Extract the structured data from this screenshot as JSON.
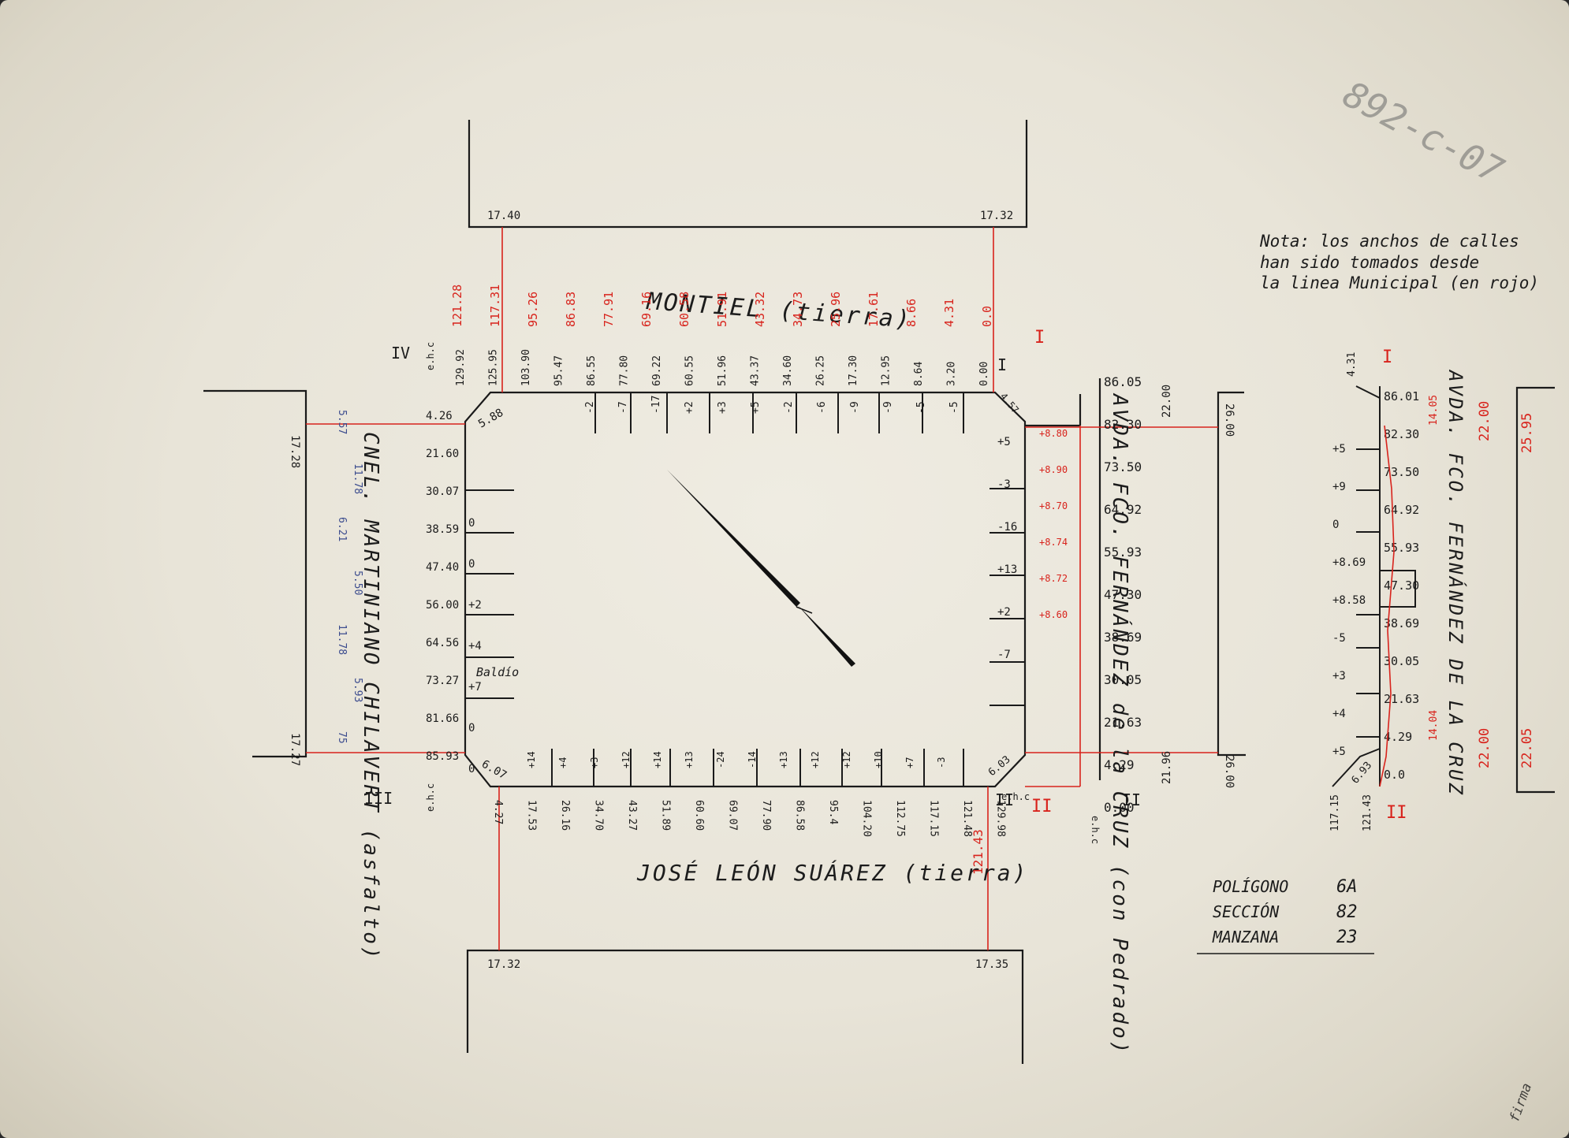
{
  "note": {
    "line1": "Nota: los anchos de calles",
    "line2": "han sido tomados desde",
    "line3": "la linea Municipal (en rojo)"
  },
  "corner_mark": "892-c-07",
  "streets": {
    "north": "MONTIEL (tierra)",
    "south": "JOSÉ LEÓN SUÁREZ (tierra)",
    "west": "CNEL. MARTINIANO CHILAVERT (asfalto)",
    "east": "AVDA. FCO. FERNÁNDEZ de la CRUZ (con Pedrado)",
    "east_detail": "AVDA. FCO. FERNÁNDEZ DE LA CRUZ"
  },
  "widths": {
    "north_left": "17.40",
    "north_right": "17.32",
    "south_left": "17.32",
    "south_right": "17.35",
    "west_top": "17.28",
    "west_bottom": "17.27",
    "east_top": "22.00",
    "east_bottom": "21.96",
    "east_inner_top": "26.00",
    "east_inner_bottom": "26.00",
    "detail_red_1": "22.00",
    "detail_red_2": "25.95",
    "detail_red_3": "22.00",
    "detail_red_4": "22.05"
  },
  "roman": {
    "I": "I",
    "II": "II",
    "III": "III",
    "IV": "IV"
  },
  "north_side": {
    "black": [
      "129.92",
      "125.95",
      "103.90",
      "95.47",
      "86.55",
      "77.80",
      "69.22",
      "60.55",
      "51.96",
      "43.37",
      "34.60",
      "26.25",
      "17.30",
      "12.95",
      "8.64",
      "3.20",
      "0.00"
    ],
    "red": [
      "121.28",
      "117.31",
      "95.26",
      "86.83",
      "77.91",
      "69.16",
      "60.58",
      "51.91",
      "43.32",
      "34.73",
      "25.96",
      "17.61",
      "8.66",
      "4.31",
      "0.0"
    ],
    "levels": [
      "-2",
      "-7",
      "-17",
      "+2",
      "+3",
      "+5",
      "-2",
      "-6",
      "-9",
      "-9",
      "-5",
      "-5"
    ]
  },
  "south_side": {
    "black": [
      "4.27",
      "17.53",
      "26.16",
      "34.70",
      "43.27",
      "51.89",
      "60.60",
      "69.07",
      "77.90",
      "86.58",
      "95.4",
      "104.20",
      "112.75",
      "117.15",
      "121.48",
      "129.98"
    ],
    "red": [
      "121.43"
    ],
    "levels": [
      "+14",
      "+4",
      "+3",
      "+12",
      "+14",
      "+13",
      "-24",
      "-14",
      "+13",
      "+12",
      "+12",
      "+10",
      "+7",
      "-3"
    ]
  },
  "west_side": {
    "values": [
      "4.26",
      "21.60",
      "30.07",
      "38.59",
      "47.40",
      "56.00",
      "64.56",
      "73.27",
      "81.66",
      "85.93"
    ],
    "levels": [
      "0",
      "0",
      "+2",
      "+4",
      "+7",
      "0",
      "0"
    ],
    "aux": [
      "5.57",
      "11.78",
      "6.21",
      "5.50",
      "11.78",
      "5.93",
      "75"
    ],
    "corner_top": "5.88",
    "corner_bottom": "6.07",
    "baldio": "Baldío"
  },
  "east_side": {
    "values": [
      "86.05",
      "82.30",
      "73.50",
      "64.92",
      "55.93",
      "47.30",
      "38.69",
      "30.05",
      "21.63",
      "4.29",
      "0.00"
    ],
    "levels": [
      "+5",
      "-3",
      "-16",
      "+13",
      "+2",
      "-7"
    ],
    "red_levels": [
      "+8.80",
      "+8.90",
      "+8.70",
      "+8.74",
      "+8.72",
      "+8.60"
    ],
    "corner_top": "4.57",
    "corner_bottom": "6.03"
  },
  "detail": {
    "values": [
      "86.01",
      "82.30",
      "73.50",
      "64.92",
      "55.93",
      "47.30",
      "38.69",
      "30.05",
      "21.63",
      "4.29",
      "0.0"
    ],
    "levels": [
      "+5",
      "+9",
      "0",
      "+8.69",
      "+8.58",
      "-5",
      "+3",
      "+4",
      "+5"
    ],
    "top": "4.31",
    "bottom_a": "117.15",
    "bottom_b": "121.43",
    "corner": "6.93",
    "red_a": "14.05",
    "red_b": "14.04"
  },
  "ehc": "e.h.c",
  "info": {
    "rows": [
      {
        "label": "POLÍGONO",
        "value": "6A"
      },
      {
        "label": "SECCIÓN",
        "value": "82"
      },
      {
        "label": "MANZANA",
        "value": "23"
      }
    ]
  },
  "signature": "firma"
}
